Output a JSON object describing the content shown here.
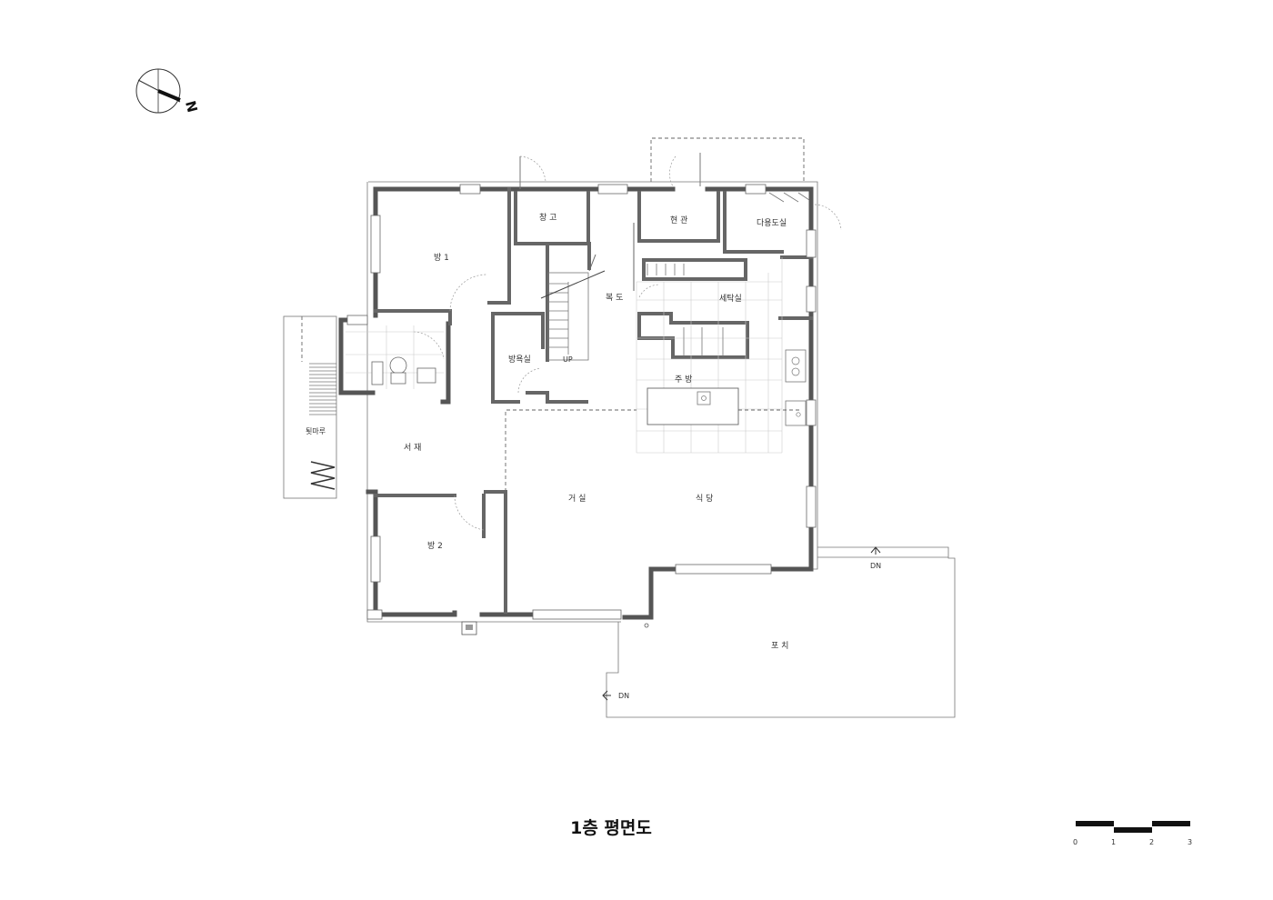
{
  "title": "1층 평면도",
  "compass": {
    "label": "N"
  },
  "rooms": {
    "room1": "방 1",
    "storage": "창 고",
    "entrance": "현 관",
    "utility": "다용도실",
    "hallway": "복 도",
    "laundry": "세탁실",
    "bathroom": "방욕실",
    "kitchen": "주 방",
    "study": "서 재",
    "deck": "툇마루",
    "living": "거 실",
    "dining": "식 당",
    "room2": "방 2",
    "porch": "포 치"
  },
  "stairs": {
    "up_label": "UP"
  },
  "steps": {
    "dn_top": "DN",
    "dn_left": "DN"
  },
  "scale_bar": {
    "ticks": [
      "0",
      "1",
      "2",
      "3"
    ]
  }
}
